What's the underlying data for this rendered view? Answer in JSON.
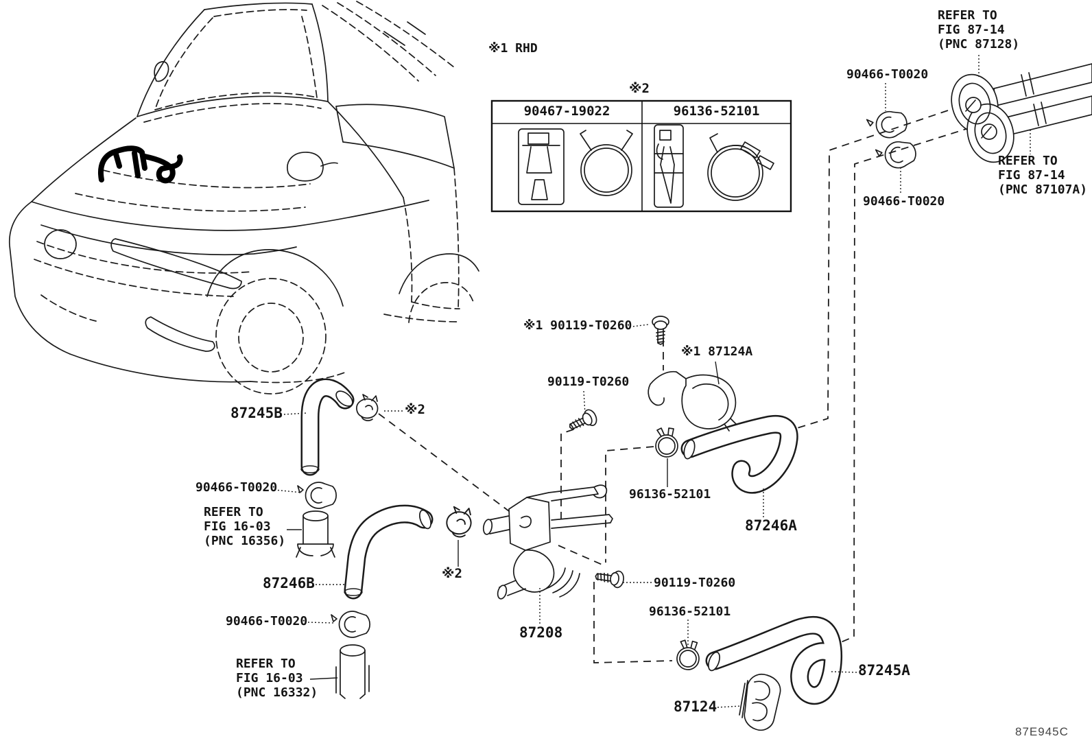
{
  "figure": {
    "code": "87E945C",
    "rhd_note": "※1 RHD"
  },
  "clamp_table": {
    "note": "※2",
    "columns": [
      {
        "part_no": "90467-19022"
      },
      {
        "part_no": "96136-52101"
      }
    ]
  },
  "callouts": {
    "hose_87245b": "87245B",
    "hose_87246b": "87246B",
    "hose_87246a": "87246A",
    "hose_87245a": "87245A",
    "water_valve": "87208",
    "grommet": "87124",
    "clamp_87124a": "※1 87124A",
    "bolt_top": "※1 90119-T0260",
    "bolt_mid": "90119-T0260",
    "bolt_lower": "90119-T0260",
    "clip_top_right_upper": "90466-T0020",
    "clip_top_right_lower": "90466-T0020",
    "clip_left_upper": "90466-T0020",
    "clip_left_lower": "90466-T0020",
    "spring_clamp_mid": "96136-52101",
    "spring_clamp_bottom": "96136-52101",
    "ref_mark_2_upper": "※2",
    "ref_mark_2_lower": "※2",
    "refer_heater_87128": "REFER TO\nFIG 87-14\n(PNC 87128)",
    "refer_heater_87107a": "REFER TO\nFIG 87-14\n(PNC 87107A)",
    "refer_pipe_16356": "REFER TO\nFIG 16-03\n(PNC 16356)",
    "refer_pipe_16332": "REFER TO\nFIG 16-03\n(PNC 16332)"
  }
}
